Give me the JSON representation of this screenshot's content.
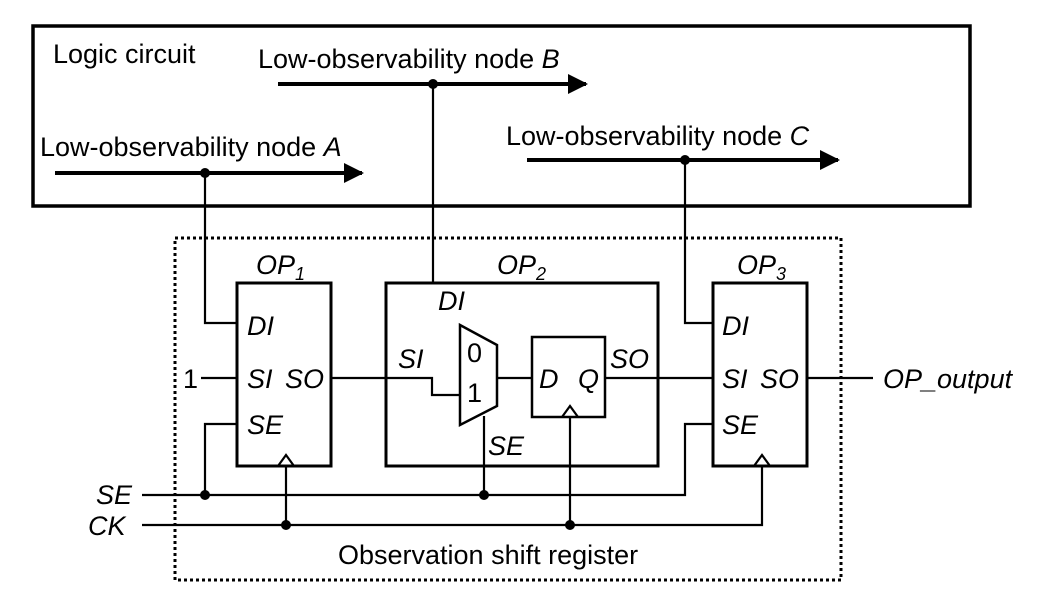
{
  "logic_circuit": {
    "title": "Logic circuit",
    "node_a": {
      "text": "Low-observability node ",
      "letter": "A"
    },
    "node_b": {
      "text": "Low-observability node ",
      "letter": "B"
    },
    "node_c": {
      "text": "Low-observability node ",
      "letter": "C"
    }
  },
  "register": {
    "title": "Observation shift register",
    "op1": {
      "name": "OP",
      "sub": "1",
      "di": "DI",
      "si": "SI",
      "so": "SO",
      "se": "SE",
      "si_input": "1"
    },
    "op2": {
      "name": "OP",
      "sub": "2",
      "di": "DI",
      "si": "SI",
      "so": "SO",
      "se": "SE",
      "mux0": "0",
      "mux1": "1",
      "d": "D",
      "q": "Q"
    },
    "op3": {
      "name": "OP",
      "sub": "3",
      "di": "DI",
      "si": "SI",
      "so": "SO",
      "se": "SE"
    }
  },
  "signals": {
    "se": "SE",
    "ck": "CK",
    "output": "OP_output"
  }
}
